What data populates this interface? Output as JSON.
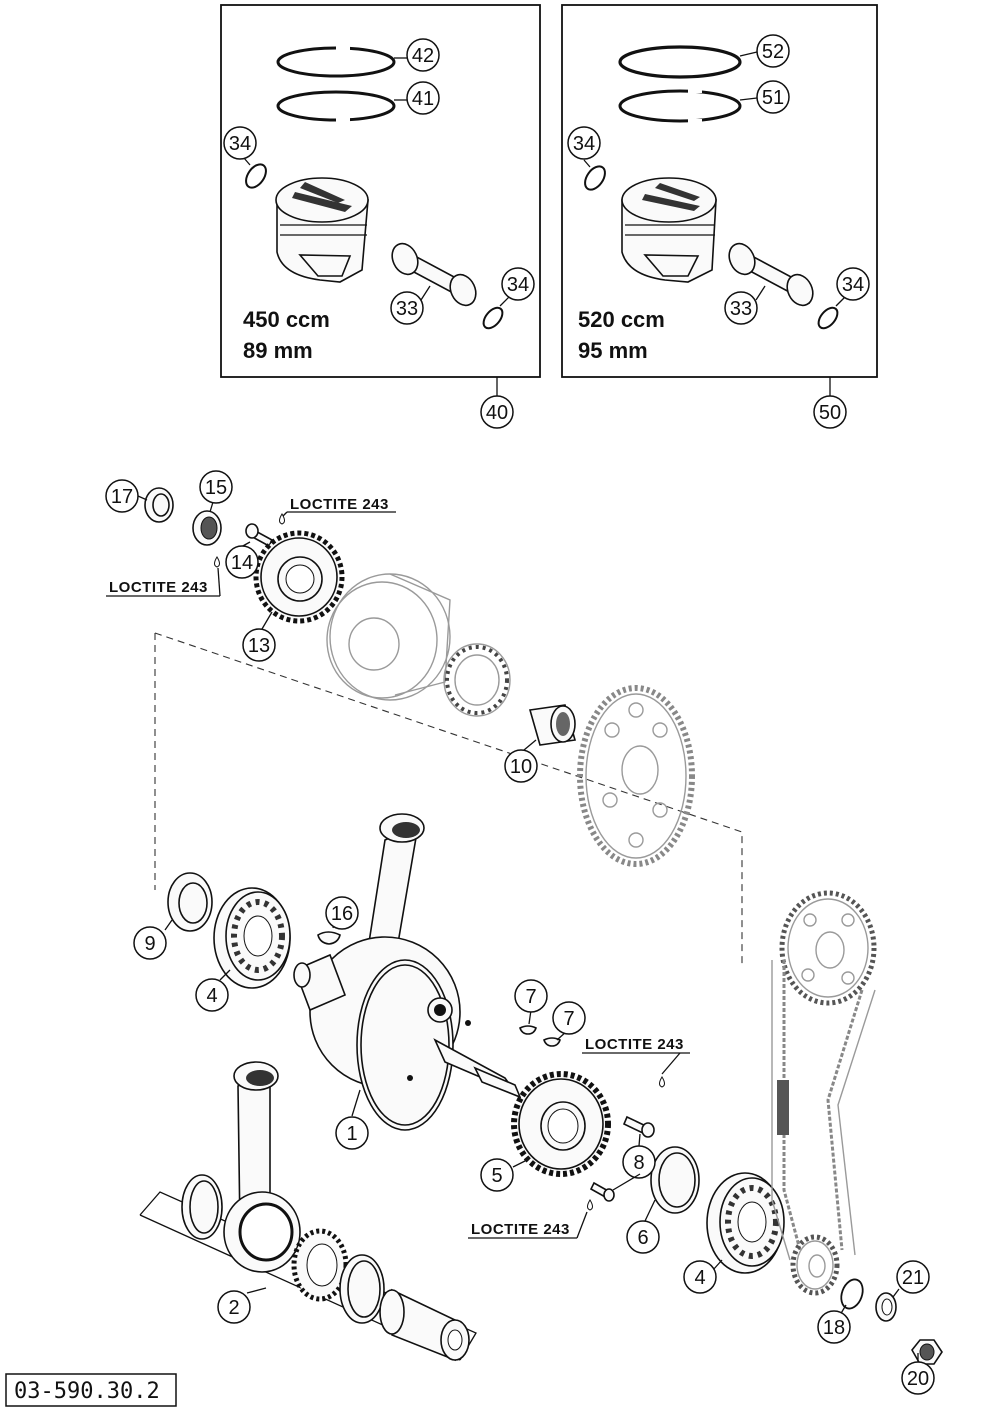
{
  "drawing_number": "03-590.30.2",
  "kit_450": {
    "callout": "40",
    "displacement": "450 ccm",
    "bore": "89 mm",
    "parts": [
      "42",
      "41",
      "34",
      "33",
      "34"
    ]
  },
  "kit_520": {
    "callout": "50",
    "displacement": "520 ccm",
    "bore": "95 mm",
    "parts": [
      "52",
      "51",
      "34",
      "33",
      "34"
    ]
  },
  "loctite_labels": [
    "LOCTITE 243",
    "LOCTITE 243",
    "LOCTITE 243",
    "LOCTITE 243"
  ],
  "callouts": [
    "17",
    "15",
    "14",
    "13",
    "10",
    "16",
    "9",
    "4",
    "1",
    "7",
    "7",
    "5",
    "8",
    "6",
    "4",
    "2",
    "21",
    "18",
    "20"
  ]
}
